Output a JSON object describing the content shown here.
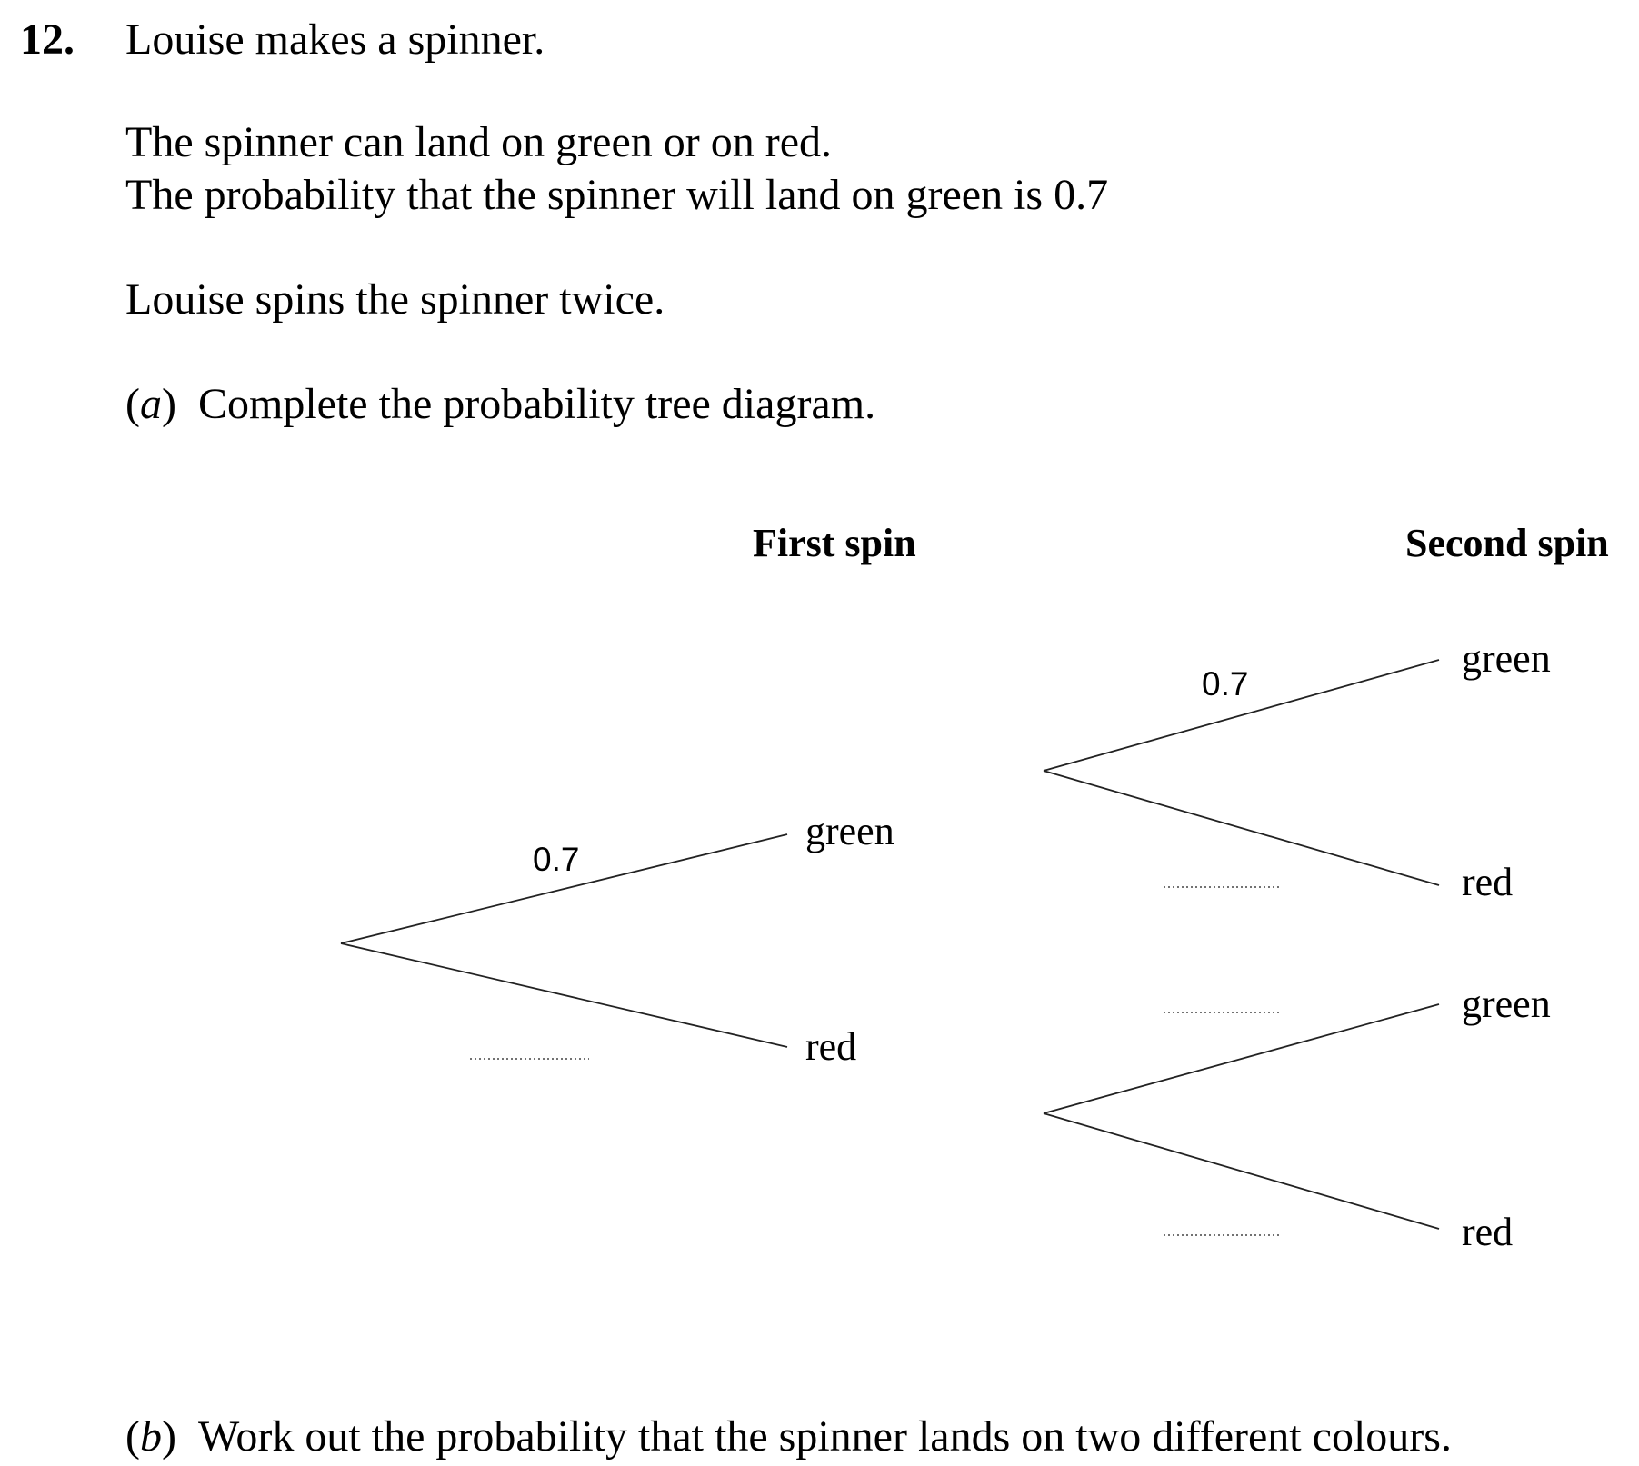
{
  "question": {
    "number": "12.",
    "intro": "Louise makes a spinner.",
    "line1": "The spinner can land on green or on red.",
    "line2": "The probability that the spinner will land on green is 0.7",
    "line3": "Louise spins the spinner twice.",
    "part_a_letter": "a",
    "part_a_text": "Complete the probability tree diagram.",
    "part_b_letter": "b",
    "part_b_text": "Work out the probability that the spinner lands on two different colours."
  },
  "tree": {
    "first_heading": "First spin",
    "second_heading": "Second spin",
    "first_spin": {
      "green_prob": "0.7",
      "green_label": "green",
      "red_label": "red"
    },
    "second_spin_after_green": {
      "green_prob": "0.7",
      "green_label": "green",
      "red_label": "red"
    },
    "second_spin_after_red": {
      "green_label": "green",
      "red_label": "red"
    }
  }
}
